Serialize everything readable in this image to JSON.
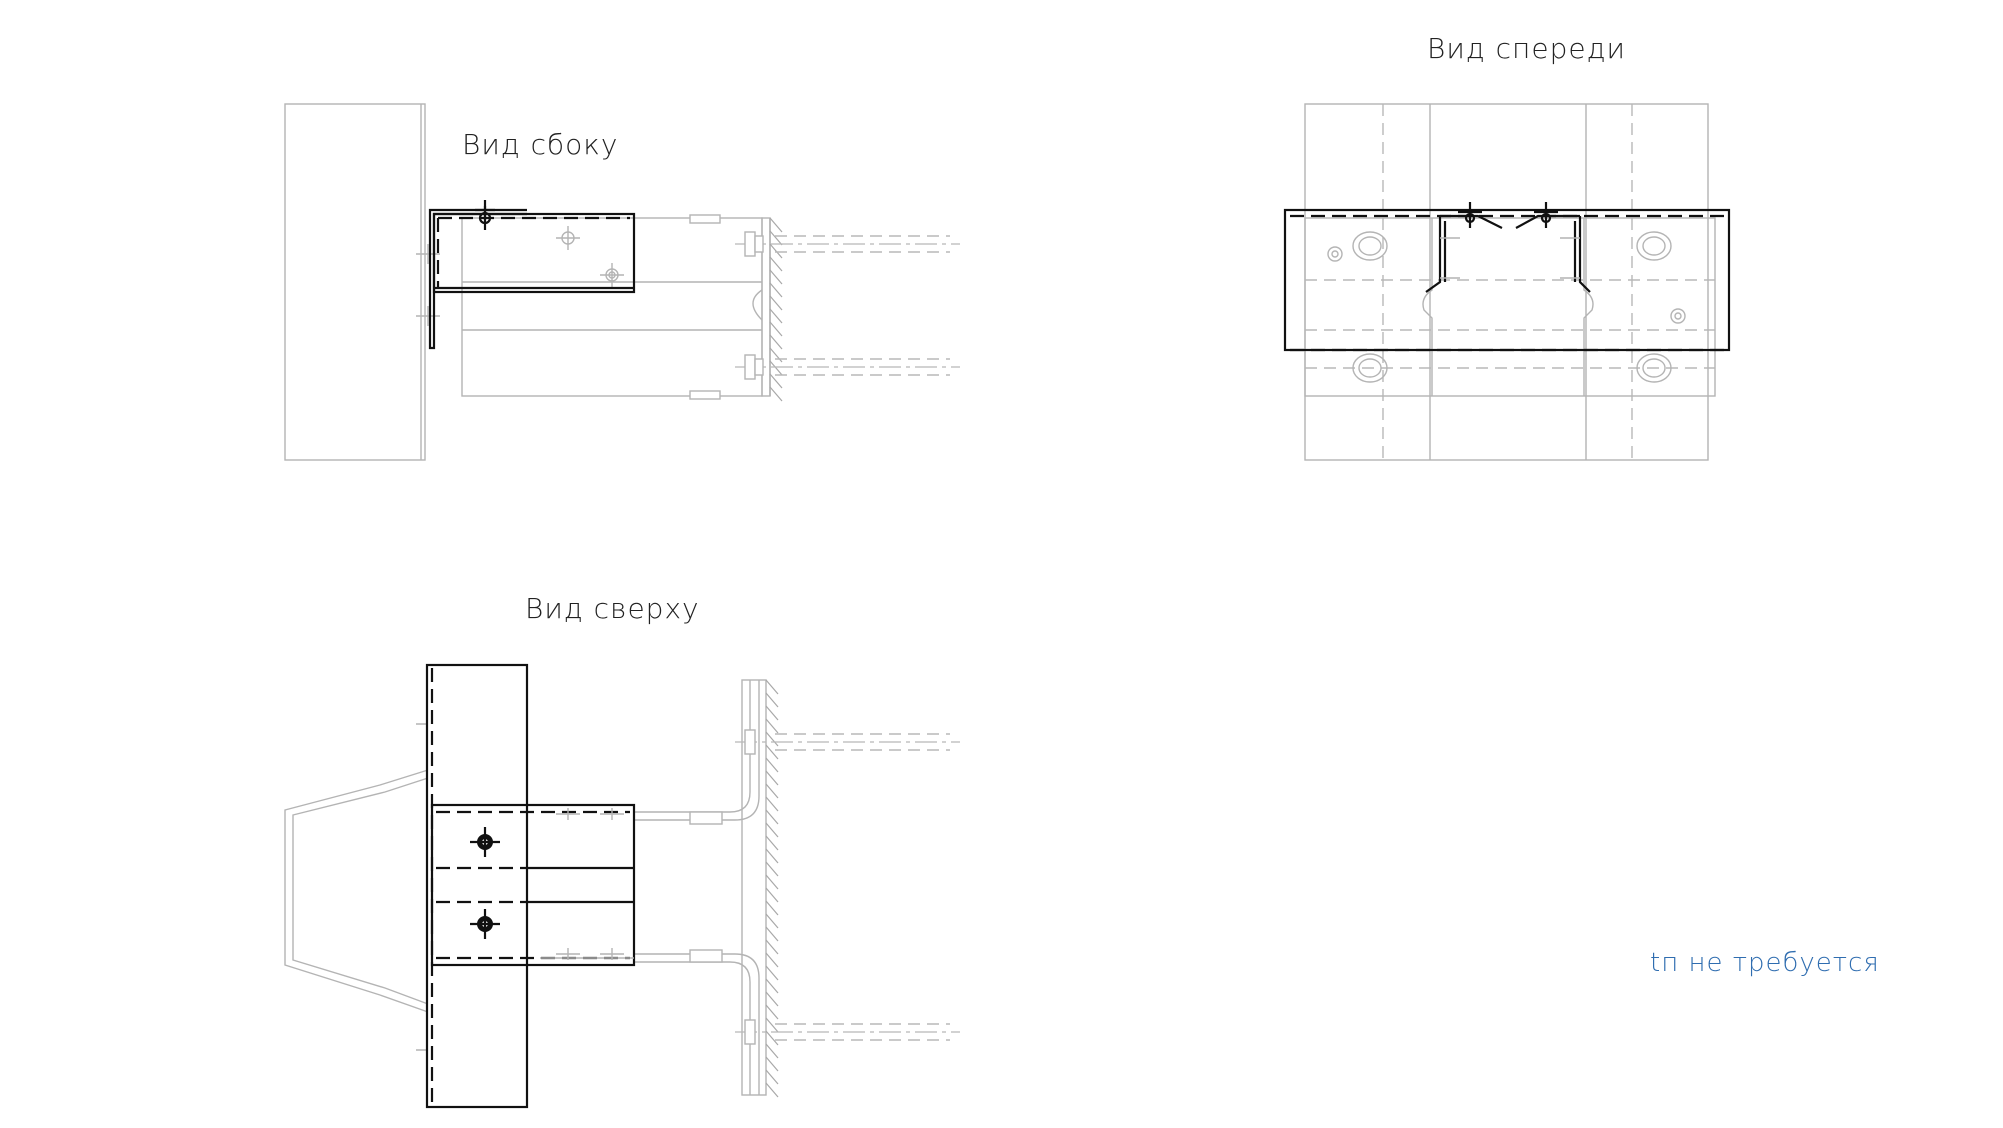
{
  "labels": {
    "side_view": "Вид сбоку",
    "front_view": "Вид спереди",
    "top_view": "Вид сверху",
    "note": "tп не требуется"
  },
  "colors": {
    "note": "#2f6db0",
    "bold_line": "#111111",
    "light_line": "#b4b4b4"
  }
}
